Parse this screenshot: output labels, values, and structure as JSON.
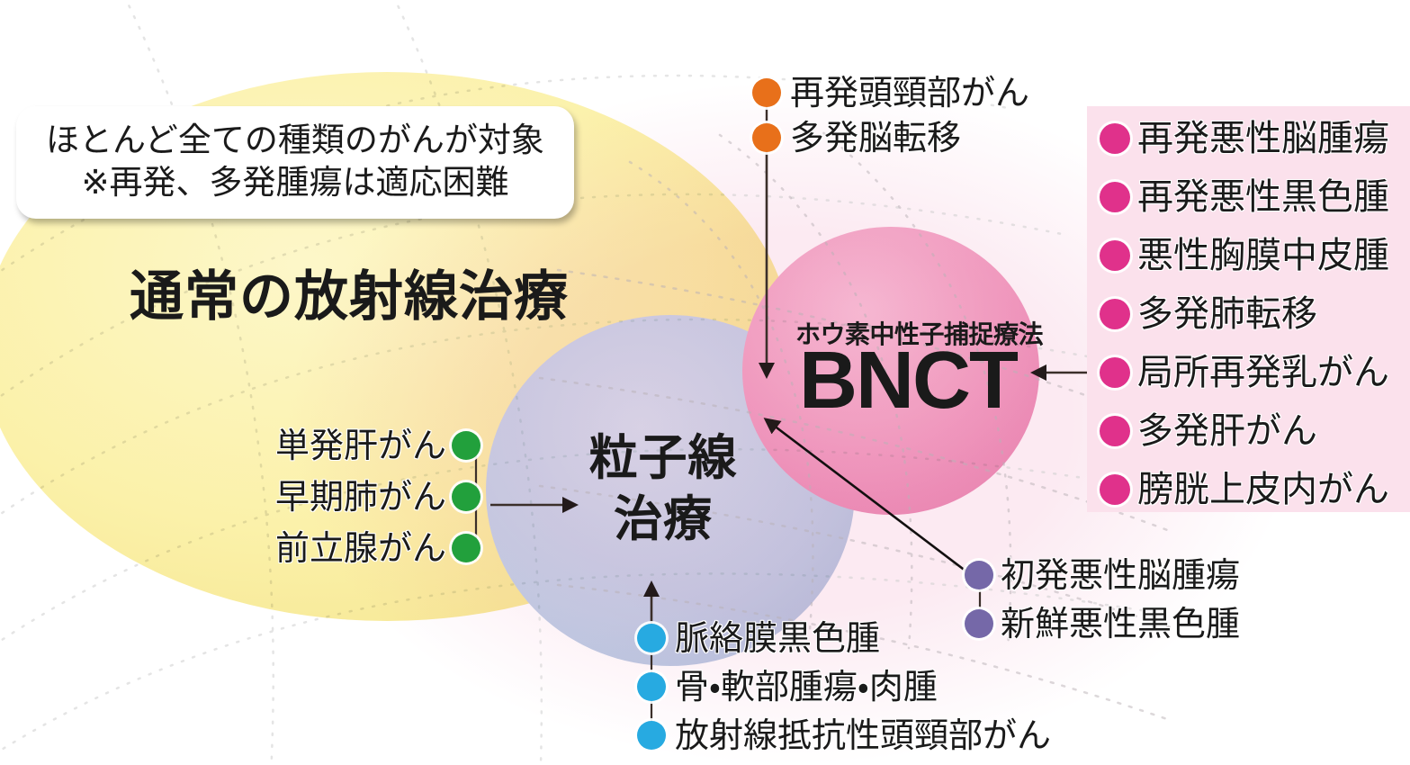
{
  "diagram": {
    "title_region": {
      "conventional_radiotherapy": "通常の放射線治療",
      "particle_beam_therapy_line1": "粒子線",
      "particle_beam_therapy_line2": "治療",
      "bnct_subtitle": "ホウ素中性子捕捉療法",
      "bnct_acronym": "BNCT"
    },
    "callout": {
      "line1": "ほとんど全ての種類のがんが対象",
      "line2": "※再発、多発腫瘍は適応困難"
    },
    "groups": {
      "orange": {
        "color": "#e8701a",
        "items": [
          "再発頭頸部がん",
          "多発脳転移"
        ]
      },
      "green": {
        "color": "#22a03c",
        "items": [
          "単発肝がん",
          "早期肺がん",
          "前立腺がん"
        ]
      },
      "blue": {
        "color": "#27aae1",
        "items": [
          "脈絡膜黒色腫",
          "骨・軟部腫瘍・肉腫",
          "放射線抵抗性頭頸部がん"
        ]
      },
      "purple": {
        "color": "#7568a8",
        "items": [
          "初発悪性脳腫瘍",
          "新鮮悪性黒色腫"
        ]
      },
      "pink": {
        "color": "#e0318b",
        "panel_background": "#fbe1ec",
        "items": [
          "再発悪性脳腫瘍",
          "再発悪性黒色腫",
          "悪性胸膜中皮腫",
          "多発肺転移",
          "局所再発乳がん",
          "多発肝がん",
          "膀胱上皮内がん"
        ]
      }
    },
    "ellipses": {
      "conventional_color": "#fbf0a8",
      "particle_color": "#c4d2e8",
      "bnct_color": "#f3a8c8"
    }
  }
}
